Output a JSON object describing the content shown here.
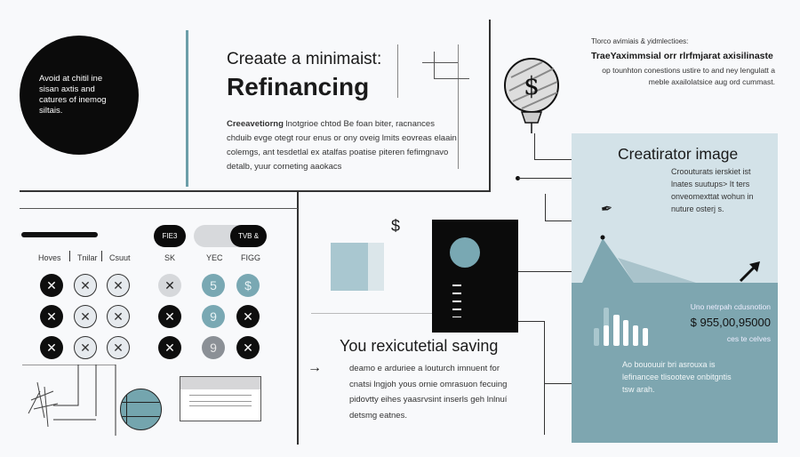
{
  "hero": {
    "circle_text": "Avoid at chitil ine sisan axtis and catures of inemog siltais.",
    "subtitle": "Creaate a minimaist:",
    "title": "Refinancing",
    "body_lead": "Creeavetiorng",
    "body": " lnotgrioe chtod Be foan biter, racnances chduib evge otegt rour enus or ony oveig lmits eovreas elaain colemgs, ant tesdetlal ex atalfas poatise piteren fefimgnavo detalb, yuur corneting aaokacs"
  },
  "info": {
    "caption": "Tlorco avimiais & yidmlectioes:",
    "heading": "TraeYaximmsial orr rlrfmjarat axisilinaste",
    "body": "op tounhton conestions ustire to and ney lengulatt a meble axailolatsice aug ord cummast."
  },
  "controls": {
    "pill_label": "FIE3",
    "toggle_label": "TVB &",
    "column_labels": [
      "Hoves",
      "Tnilar",
      "Csuut",
      "SK",
      "YEC",
      "FIGG"
    ],
    "grid": [
      [
        {
          "s": "blk",
          "v": "✕"
        },
        {
          "s": "lt",
          "v": "✕"
        },
        {
          "s": "lt",
          "v": "✕"
        },
        {
          "s": "gr",
          "v": "✕"
        },
        {
          "s": "tl",
          "v": "5"
        },
        {
          "s": "tl",
          "v": "$"
        }
      ],
      [
        {
          "s": "blk",
          "v": "✕"
        },
        {
          "s": "lt",
          "v": "✕"
        },
        {
          "s": "lt",
          "v": "✕"
        },
        {
          "s": "blk",
          "v": "✕"
        },
        {
          "s": "tl",
          "v": "9"
        },
        {
          "s": "blk",
          "v": "✕"
        }
      ],
      [
        {
          "s": "blk",
          "v": "✕"
        },
        {
          "s": "lt",
          "v": "✕"
        },
        {
          "s": "lt",
          "v": "✕"
        },
        {
          "s": "blk",
          "v": "✕"
        },
        {
          "s": "gy",
          "v": "9"
        },
        {
          "s": "blk",
          "v": "✕"
        }
      ]
    ]
  },
  "savings": {
    "currency_symbol": "$",
    "title": "You rexicutetial saving",
    "body": "deamo e arduriee a louturch imnuent for cnatsi lngjoh yous ornie omrasuon fecuing pidovtty eihes yaasrvsint inserls geh lnlnuí detsmg eatnes."
  },
  "panel": {
    "title": "Creatirator image",
    "body": "Croouturats ierskiet ist lnates suutups> It ters onveomexttat wohun in nuture osterj s.",
    "stat_label": "Uno netrpah cdusnotion",
    "stat_value": "$ 955,00,95000",
    "stat_sub": "ces te celves",
    "footer": "Ao bououuir bri asrouxa is lefinancee tlisooteve onbitgntis tsw arah."
  },
  "colors": {
    "teal": "#79a8b3",
    "light_blue": "#d3e2e8",
    "black": "#0e0e0e"
  }
}
